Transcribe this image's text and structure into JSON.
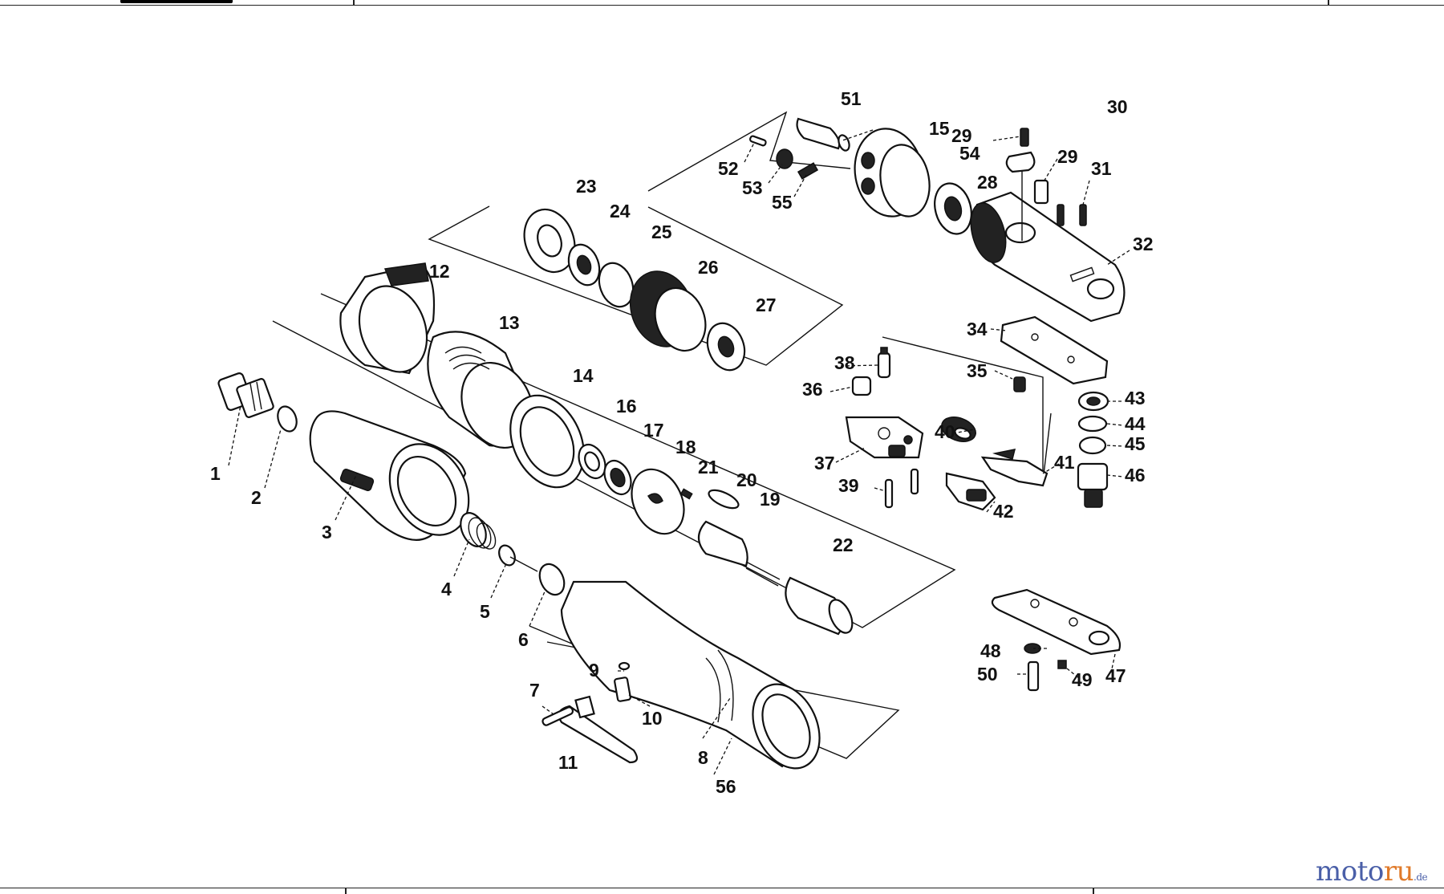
{
  "callouts": [
    {
      "id": "c1",
      "text": "1"
    },
    {
      "id": "c2",
      "text": "2"
    },
    {
      "id": "c3",
      "text": "3"
    },
    {
      "id": "c4",
      "text": "4"
    },
    {
      "id": "c5",
      "text": "5"
    },
    {
      "id": "c6",
      "text": "6"
    },
    {
      "id": "c7",
      "text": "7"
    },
    {
      "id": "c8",
      "text": "8"
    },
    {
      "id": "c9",
      "text": "9"
    },
    {
      "id": "c10",
      "text": "10"
    },
    {
      "id": "c11",
      "text": "11"
    },
    {
      "id": "c12",
      "text": "12"
    },
    {
      "id": "c13",
      "text": "13"
    },
    {
      "id": "c14",
      "text": "14"
    },
    {
      "id": "c15",
      "text": "15"
    },
    {
      "id": "c16",
      "text": "16"
    },
    {
      "id": "c17",
      "text": "17"
    },
    {
      "id": "c18",
      "text": "18"
    },
    {
      "id": "c19",
      "text": "19"
    },
    {
      "id": "c20",
      "text": "20"
    },
    {
      "id": "c21",
      "text": "21"
    },
    {
      "id": "c22",
      "text": "22"
    },
    {
      "id": "c23",
      "text": "23"
    },
    {
      "id": "c24",
      "text": "24"
    },
    {
      "id": "c25",
      "text": "25"
    },
    {
      "id": "c26",
      "text": "26"
    },
    {
      "id": "c27",
      "text": "27"
    },
    {
      "id": "c28",
      "text": "28"
    },
    {
      "id": "c29a",
      "text": "29"
    },
    {
      "id": "c29b",
      "text": "29"
    },
    {
      "id": "c30",
      "text": "30"
    },
    {
      "id": "c31",
      "text": "31"
    },
    {
      "id": "c32",
      "text": "32"
    },
    {
      "id": "c34",
      "text": "34"
    },
    {
      "id": "c35",
      "text": "35"
    },
    {
      "id": "c36",
      "text": "36"
    },
    {
      "id": "c37",
      "text": "37"
    },
    {
      "id": "c38",
      "text": "38"
    },
    {
      "id": "c39",
      "text": "39"
    },
    {
      "id": "c40",
      "text": "40"
    },
    {
      "id": "c41",
      "text": "41"
    },
    {
      "id": "c42",
      "text": "42"
    },
    {
      "id": "c43",
      "text": "43"
    },
    {
      "id": "c44",
      "text": "44"
    },
    {
      "id": "c45",
      "text": "45"
    },
    {
      "id": "c46",
      "text": "46"
    },
    {
      "id": "c47",
      "text": "47"
    },
    {
      "id": "c48",
      "text": "48"
    },
    {
      "id": "c49",
      "text": "49"
    },
    {
      "id": "c50",
      "text": "50"
    },
    {
      "id": "c51",
      "text": "51"
    },
    {
      "id": "c52",
      "text": "52"
    },
    {
      "id": "c53",
      "text": "53"
    },
    {
      "id": "c54",
      "text": "54"
    },
    {
      "id": "c55",
      "text": "55"
    },
    {
      "id": "c56",
      "text": "56"
    }
  ],
  "watermark": {
    "part1": "moto",
    "part2": "ru",
    "suffix": ".de"
  }
}
